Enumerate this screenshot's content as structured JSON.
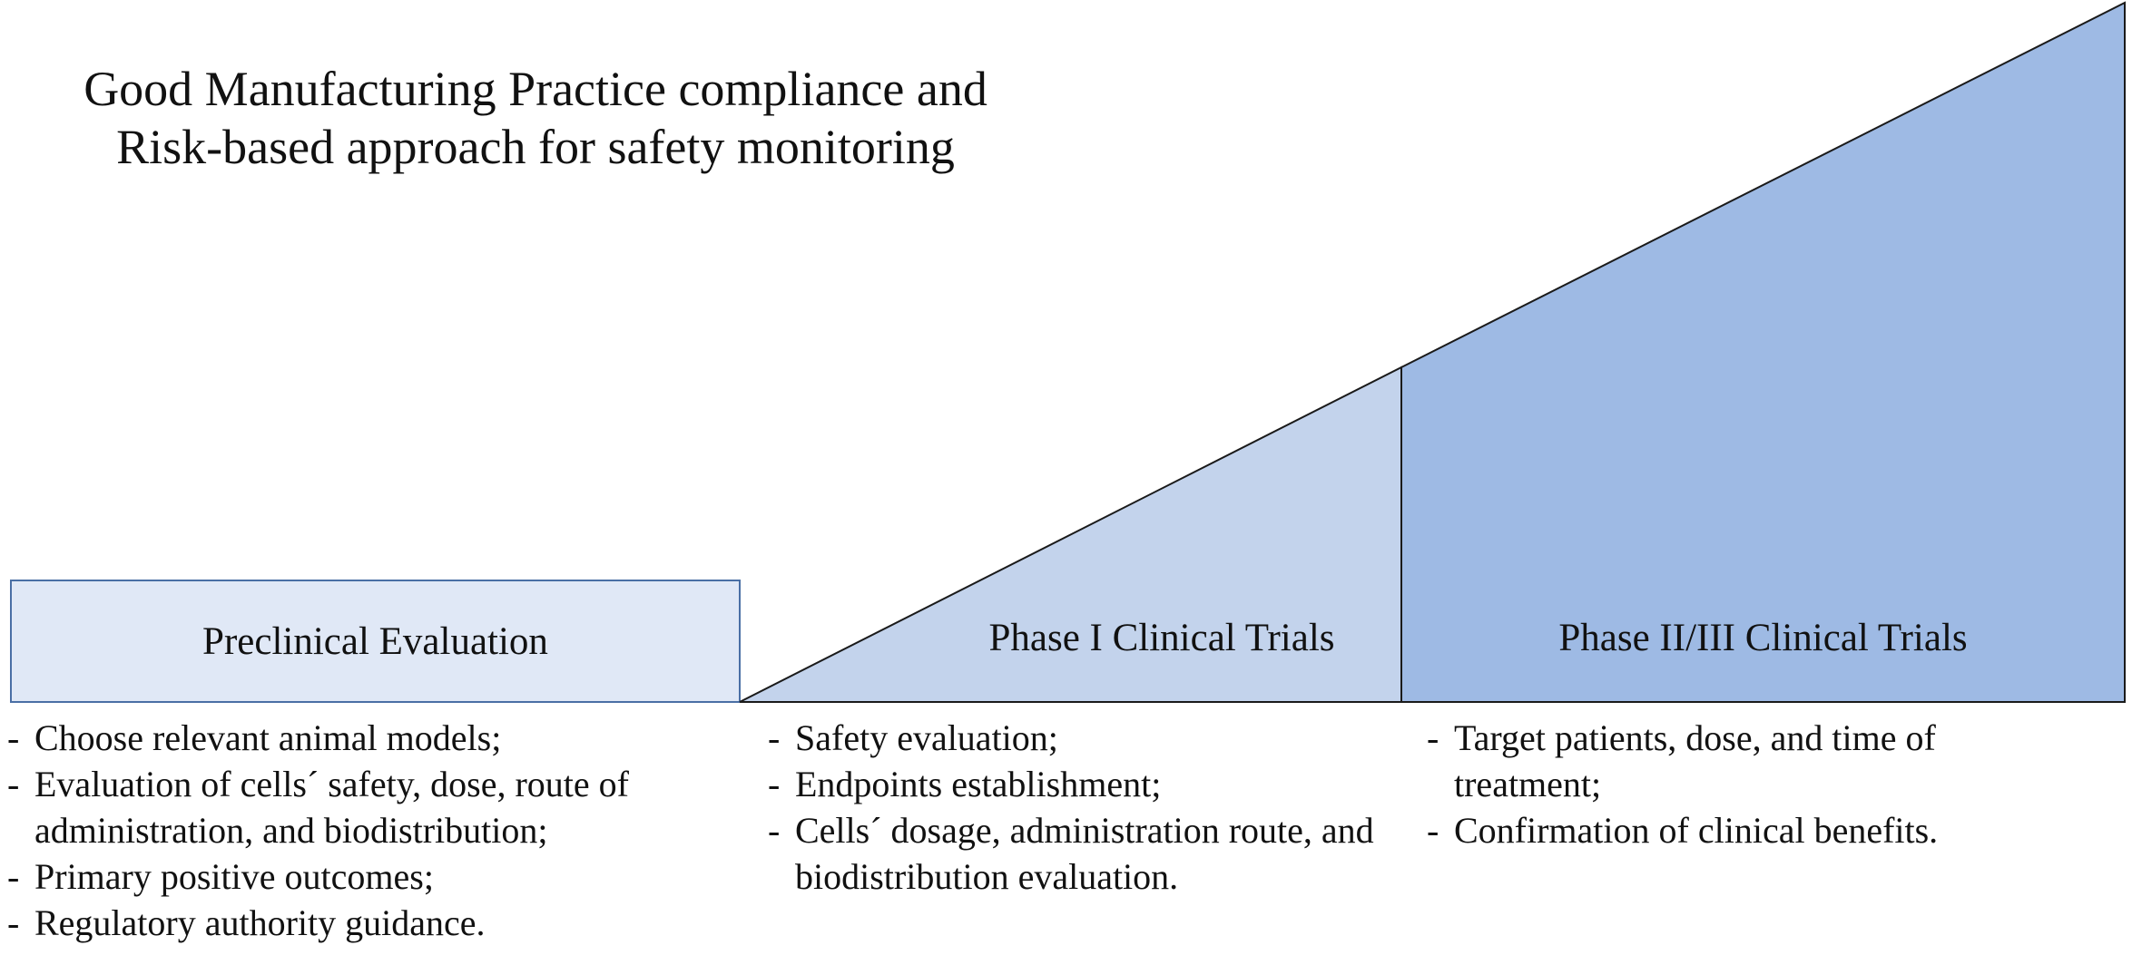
{
  "title": {
    "line1": "Good Manufacturing Practice compliance and",
    "line2": "Risk-based approach for safety monitoring"
  },
  "colors": {
    "preclinical_fill": "#e0e8f6",
    "preclinical_border": "#4a6fa5",
    "phase1_fill": "#c3d3ec",
    "phase23_fill": "#9ebae4",
    "outline": "#1a1a1a"
  },
  "stages": [
    {
      "name": "Preclinical Evaluation",
      "items": [
        "Choose relevant animal models;",
        "Evaluation of cells´ safety, dose, route of administration, and biodistribution;",
        "Primary positive outcomes;",
        "Regulatory authority guidance."
      ]
    },
    {
      "name": "Phase I Clinical Trials",
      "items": [
        "Safety evaluation;",
        "Endpoints establishment;",
        "Cells´ dosage, administration route, and biodistribution evaluation."
      ]
    },
    {
      "name": "Phase II/III Clinical Trials",
      "items": [
        "Target patients, dose, and time of treatment;",
        "Confirmation of clinical benefits."
      ]
    }
  ]
}
